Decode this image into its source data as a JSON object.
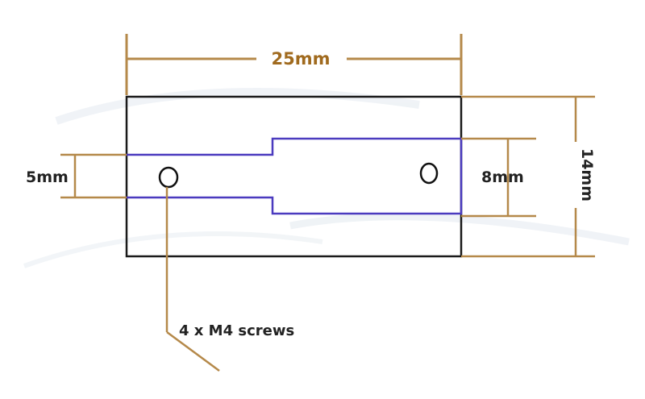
{
  "dimensions": {
    "width_label": "25mm",
    "height_label": "14mm",
    "left_slot_label": "5mm",
    "right_slot_label": "8mm"
  },
  "annotation": {
    "screw_note": "4 x M4 screws"
  },
  "colors": {
    "dimension_lines": "#b5894a",
    "brown_text": "#a06a1e",
    "outline": "#1a1a1a",
    "slot_outline": "#4b3bbf",
    "watermark": "#eef2f6"
  }
}
